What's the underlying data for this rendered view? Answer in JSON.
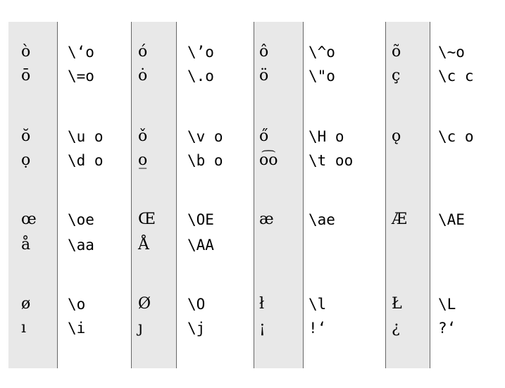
{
  "table": {
    "rows": [
      {
        "cells": [
          {
            "glyph": "ò",
            "cmd": "\\‘o"
          },
          {
            "glyph": "ó",
            "cmd": "\\’o"
          },
          {
            "glyph": "ô",
            "cmd": "\\^o"
          },
          {
            "glyph": "õ",
            "cmd": "\\~o"
          }
        ]
      },
      {
        "cells": [
          {
            "glyph": "ō",
            "cmd": "\\=o"
          },
          {
            "glyph": "ȯ",
            "cmd": "\\.o"
          },
          {
            "glyph": "ö",
            "cmd": "\\\"o"
          },
          {
            "glyph": "ç",
            "cmd": "\\c c"
          }
        ]
      },
      {
        "cells": [
          {
            "glyph": "ŏ",
            "cmd": "\\u o"
          },
          {
            "glyph": "ǒ",
            "cmd": "\\v o"
          },
          {
            "glyph": "ő",
            "cmd": "\\H o"
          },
          {
            "glyph": "ǫ",
            "cmd": "\\c o"
          }
        ]
      },
      {
        "cells": [
          {
            "glyph": "ọ",
            "cmd": "\\d o"
          },
          {
            "glyph": "o̲",
            "cmd": "\\b o"
          },
          {
            "glyph": "o͡o",
            "cmd": "\\t oo"
          },
          {
            "glyph": "",
            "cmd": ""
          }
        ]
      },
      {
        "cells": [
          {
            "glyph": "œ",
            "cmd": "\\oe"
          },
          {
            "glyph": "Œ",
            "cmd": "\\OE"
          },
          {
            "glyph": "æ",
            "cmd": "\\ae"
          },
          {
            "glyph": "Æ",
            "cmd": "\\AE"
          }
        ]
      },
      {
        "cells": [
          {
            "glyph": "å",
            "cmd": "\\aa"
          },
          {
            "glyph": "Å",
            "cmd": "\\AA"
          },
          {
            "glyph": "",
            "cmd": ""
          },
          {
            "glyph": "",
            "cmd": ""
          }
        ]
      },
      {
        "cells": [
          {
            "glyph": "ø",
            "cmd": "\\o"
          },
          {
            "glyph": "Ø",
            "cmd": "\\O"
          },
          {
            "glyph": "ł",
            "cmd": "\\l"
          },
          {
            "glyph": "Ł",
            "cmd": "\\L"
          }
        ]
      },
      {
        "cells": [
          {
            "glyph": "ı",
            "cmd": "\\i"
          },
          {
            "glyph": "ȷ",
            "cmd": "\\j"
          },
          {
            "glyph": "¡",
            "cmd": "!‘"
          },
          {
            "glyph": "¿",
            "cmd": "?‘"
          }
        ]
      }
    ]
  }
}
